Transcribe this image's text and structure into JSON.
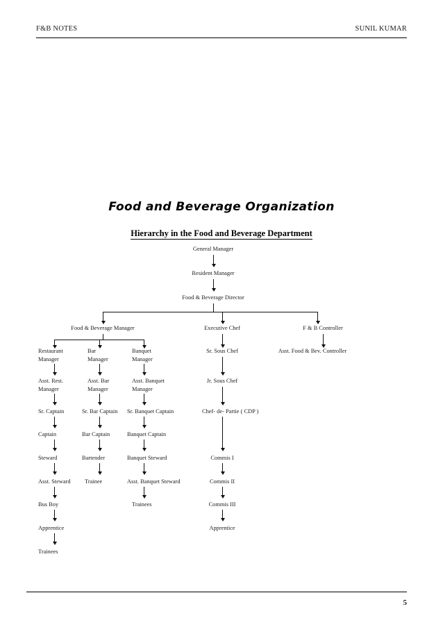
{
  "header": {
    "left": "F&B NOTES",
    "right": "SUNIL KUMAR"
  },
  "footer": {
    "page_number": "5"
  },
  "titles": {
    "main": "Food and Beverage Organization",
    "sub": "Hierarchy in the Food and Beverage Department"
  },
  "chart_data": {
    "type": "diagram",
    "title": "Hierarchy in the Food and Beverage Department",
    "orientation": "top-down",
    "nodes": {
      "general_manager": "General Manager",
      "resident_manager": "Resident Manager",
      "fb_director": "Food & Beverage Director",
      "fb_manager": "Food & Beverage Manager",
      "executive_chef": "Executive Chef",
      "fb_controller": "F & B Controller",
      "restaurant_manager": "Restaurant\nManager",
      "bar_manager": "Bar\nManager",
      "banquet_manager": "Banquet\nManager",
      "sr_sous_chef": "Sr. Sous Chef",
      "asst_fb_controller": "Asst. Food & Bev. Controller",
      "asst_rest_manager": "Asst. Rest.\nManager",
      "asst_bar_manager": "Asst. Bar\nManager",
      "asst_banquet_manager": "Asst. Banquet\nManager",
      "jr_sous_chef": "Jr. Sous Chef",
      "sr_captain": "Sr. Captain",
      "sr_bar_captain": "Sr. Bar Captain",
      "sr_banquet_captain": "Sr. Banquet Captain",
      "chef_de_partie": "Chef- de- Partie ( CDP )",
      "captain": "Captain",
      "bar_captain": "Bar Captain",
      "banquet_captain": "Banquet Captain",
      "steward": "Steward",
      "bartender": "Bartender",
      "banquet_steward": "Banquet Steward",
      "commis_1": "Commis I",
      "asst_steward": "Asst. Steward",
      "trainee_bar": "Trainee",
      "asst_banquet_steward": "Asst. Banquet Steward",
      "commis_2": "Commis II",
      "bus_boy": "Bus Boy",
      "trainees_banquet": "Trainees",
      "commis_3": "Commis III",
      "apprentice_service": "Apprentice",
      "apprentice_kitchen": "Apprentice",
      "trainees_service": "Trainees"
    },
    "branches": [
      {
        "name": "service-restaurant",
        "chain": [
          "Restaurant Manager",
          "Asst. Rest. Manager",
          "Sr. Captain",
          "Captain",
          "Steward",
          "Asst. Steward",
          "Bus Boy",
          "Apprentice",
          "Trainees"
        ]
      },
      {
        "name": "service-bar",
        "chain": [
          "Bar Manager",
          "Asst. Bar Manager",
          "Sr. Bar Captain",
          "Bar Captain",
          "Bartender",
          "Trainee"
        ]
      },
      {
        "name": "service-banquet",
        "chain": [
          "Banquet Manager",
          "Asst. Banquet Manager",
          "Sr. Banquet Captain",
          "Banquet Captain",
          "Banquet Steward",
          "Asst. Banquet Steward",
          "Trainees"
        ]
      },
      {
        "name": "kitchen",
        "chain": [
          "Executive Chef",
          "Sr. Sous Chef",
          "Jr. Sous Chef",
          "Chef- de- Partie ( CDP )",
          "Commis I",
          "Commis II",
          "Commis III",
          "Apprentice"
        ]
      },
      {
        "name": "control",
        "chain": [
          "F & B Controller",
          "Asst. Food & Bev. Controller"
        ]
      }
    ]
  }
}
